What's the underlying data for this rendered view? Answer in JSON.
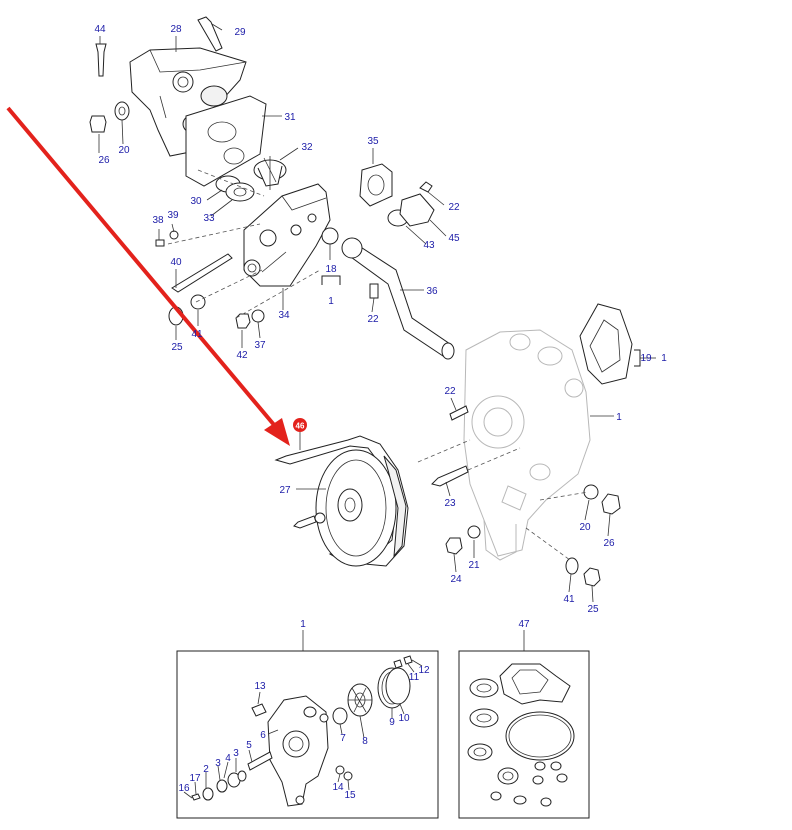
{
  "diagram": {
    "labels": {
      "p1_main": "1",
      "p1_box": "1",
      "p1_18": "1",
      "p1_19": "1",
      "p2": "2",
      "p3a": "3",
      "p3b": "3",
      "p4": "4",
      "p5": "5",
      "p6": "6",
      "p7": "7",
      "p8": "8",
      "p9": "9",
      "p10": "10",
      "p11": "11",
      "p12": "12",
      "p13": "13",
      "p14": "14",
      "p15": "15",
      "p16": "16",
      "p17": "17",
      "p18": "18",
      "p19": "19",
      "p20a": "20",
      "p20b": "20",
      "p21": "21",
      "p22a": "22",
      "p22b": "22",
      "p22c": "22",
      "p23": "23",
      "p24": "24",
      "p25a": "25",
      "p25b": "25",
      "p26a": "26",
      "p26b": "26",
      "p27": "27",
      "p28": "28",
      "p29": "29",
      "p30": "30",
      "p31": "31",
      "p32": "32",
      "p33": "33",
      "p34": "34",
      "p35": "35",
      "p36": "36",
      "p37": "37",
      "p38": "38",
      "p39": "39",
      "p40": "40",
      "p41a": "41",
      "p41b": "41",
      "p42": "42",
      "p43": "43",
      "p44": "44",
      "p45": "45",
      "p46": "46",
      "p47": "47"
    },
    "colors": {
      "label_text": "#1c1ca8",
      "arrow": "#e3221c",
      "highlight_badge": "#e3221c",
      "line_art": "#222222",
      "ghost_line_art": "#b8b8b8"
    }
  }
}
